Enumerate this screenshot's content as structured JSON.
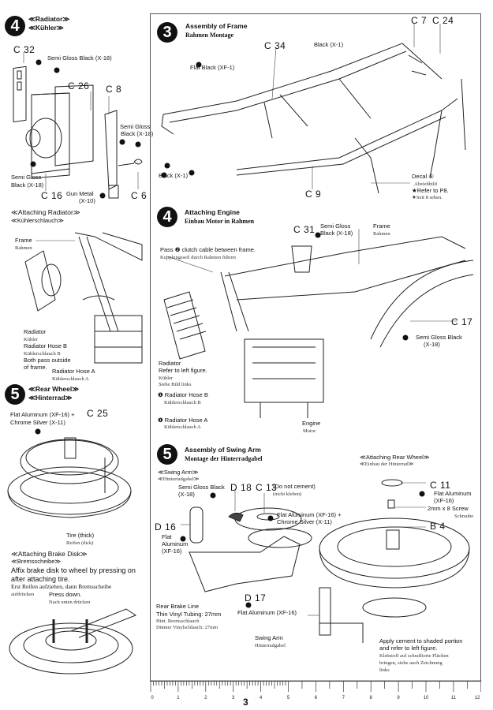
{
  "page_number": "3",
  "left": {
    "radiator": {
      "step": "4",
      "title_en": "≪Radiator≫",
      "title_de": "≪Kühler≫",
      "parts": [
        "C 32",
        "C 26",
        "C 8",
        "C 16",
        "C 6"
      ],
      "paint_semi_gloss_top": "Semi Gloss Black (X-18)",
      "paint_semi_gloss_right_1": "Semi Gloss",
      "paint_semi_gloss_right_2": "Black (X-18)",
      "paint_semi_gloss_left_1": "Semi Gloss",
      "paint_semi_gloss_left_2": "Black (X-18)",
      "paint_gun_metal_1": "Gun Metal",
      "paint_gun_metal_2": "(X-10)"
    },
    "attaching_radiator": {
      "title_en": "≪Attaching Radiator≫",
      "title_de": "≪Kühlerschlauch≫",
      "frame_en": "Frame",
      "frame_de": "Rahmen",
      "radiator_en": "Radiator",
      "radiator_de": "Kühler",
      "hose_b_en": "Radiator Hose B",
      "hose_b_de": "Kühlerschlauch B",
      "note_1": "Both pass outside",
      "note_2": "of frame.",
      "hose_a_en": "Radiator Hose A",
      "hose_a_de": "Kühlerschlauch A"
    },
    "rear_wheel": {
      "step": "5",
      "title_en": "≪Rear Wheel≫",
      "title_de": "≪Hinterrad≫",
      "paint_1": "Flat Aluminum (XF-16) +",
      "paint_2": "Chrome Silver (X-11)",
      "part": "C 25",
      "tire_en": "Tire (thick)",
      "tire_de": "Reifen (dick)"
    },
    "brake_disk": {
      "title_en": "≪Attaching Brake Disk≫",
      "title_de": "≪Bremsscheibe≫",
      "instruction_en_1": "Affix brake disk to wheel by pressing on",
      "instruction_en_2": "after attaching tire.",
      "instruction_de_1": "Erst Reifen aufziehen, dann Bremsscheibe",
      "instruction_de_2": "aufdrücken",
      "press_en": "Press down.",
      "press_de": "Nach unten drücken"
    }
  },
  "right": {
    "frame": {
      "step": "3",
      "title_en": "Assembly of Frame",
      "title_de": "Rahmen Montage",
      "parts": [
        "C 34",
        "C 7",
        "C 24",
        "C 9"
      ],
      "paint_flat_black": "Flat Black (XF-1)",
      "paint_black_top": "Black (X-1)",
      "paint_black_left": "Black (X-1)",
      "decal_en": "Decal ⑤",
      "decal_de": "Abziehbild",
      "refer_en": "★Refer to P8.",
      "refer_de": "★Seit 8 sehen."
    },
    "engine": {
      "step": "4",
      "title_en": "Attaching Engine",
      "title_de": "Einbau Motor in Rahmen",
      "part_c31": "C 31",
      "paint_c31_1": "Semi Gloss",
      "paint_c31_2": "Black (X-18)",
      "frame_en": "Frame",
      "frame_de": "Rahmen",
      "clutch_en": "Pass ❷ clutch cable between frame.",
      "clutch_de": "Kupplungsseil durch Rahmen führen",
      "part_c17": "C 17",
      "paint_c17_1": "Semi Gloss Black",
      "paint_c17_2": "(X-18)",
      "radiator_en": "Radiator",
      "radiator_en2": "Refer to left figure.",
      "radiator_de": "Kühler",
      "radiator_de2": "Siehe Bild links",
      "hose_b_en": "❶ Radiator Hose B",
      "hose_b_de": "Kühlerschlauch B",
      "hose_a_en": "❶ Radiator Hose A",
      "hose_a_de": "Kühlerschlauch A",
      "engine_en": "Engine",
      "engine_de": "Motor"
    },
    "swing_arm": {
      "step": "5",
      "title_en": "Assembly of Swing Arm",
      "title_de": "Montage der Hinterradgabel",
      "sub_en": "≪Swing Arm≫",
      "sub_de": "≪Hinterradgabel≫",
      "paint_semi_1": "Semi Gloss Black",
      "paint_semi_2": "(X-18)",
      "part_d18": "D 18",
      "part_c13": "C 13",
      "c13_note_en": "(Do not cement)",
      "c13_note_de": "(nicht kleben)",
      "paint_c13_1": "Flat Aluminum (XF-16) +",
      "paint_c13_2": "Chrome Silver (X-11)",
      "part_d16": "D 16",
      "paint_d16_1": "Flat",
      "paint_d16_2": "Aluminum",
      "paint_d16_3": "(XF-16)",
      "brake_line_en_1": "Rear Brake Line",
      "brake_line_en_2": "Thin Vinyl Tubing: 27mm",
      "brake_line_de_1": "Hint. Bremsschlauch",
      "brake_line_de_2": "Dünner Vinylschlauch: 27mm",
      "part_d17": "D 17",
      "paint_d17": "Flat Aluminum (XF-16)",
      "swing_arm_en": "Swing Arm",
      "swing_arm_de": "Hinterradgabel"
    },
    "rear_wheel": {
      "title_en": "≪Attaching Rear Wheel≫",
      "title_de": "≪Einbau der Hinterrad≫",
      "part_c11": "C 11",
      "paint_c11_1": "Flat Aluminum",
      "paint_c11_2": "(XF-16)",
      "screw_en": "2mm x 8 Screw",
      "screw_de": "Schraube",
      "part_b4": "B 4",
      "cement_en_1": "Apply cement to shaded portion",
      "cement_en_2": "and refer to left figure.",
      "cement_de_1": "Klebstoff auf schraffierte Flächen",
      "cement_de_2": "bringen, siehe auch Zeichnung",
      "cement_de_3": "links"
    }
  },
  "ruler": {
    "unit": "cm",
    "labels": [
      "0",
      "1",
      "2",
      "3",
      "4",
      "5",
      "6",
      "7",
      "8",
      "9",
      "10",
      "11",
      "12"
    ]
  }
}
